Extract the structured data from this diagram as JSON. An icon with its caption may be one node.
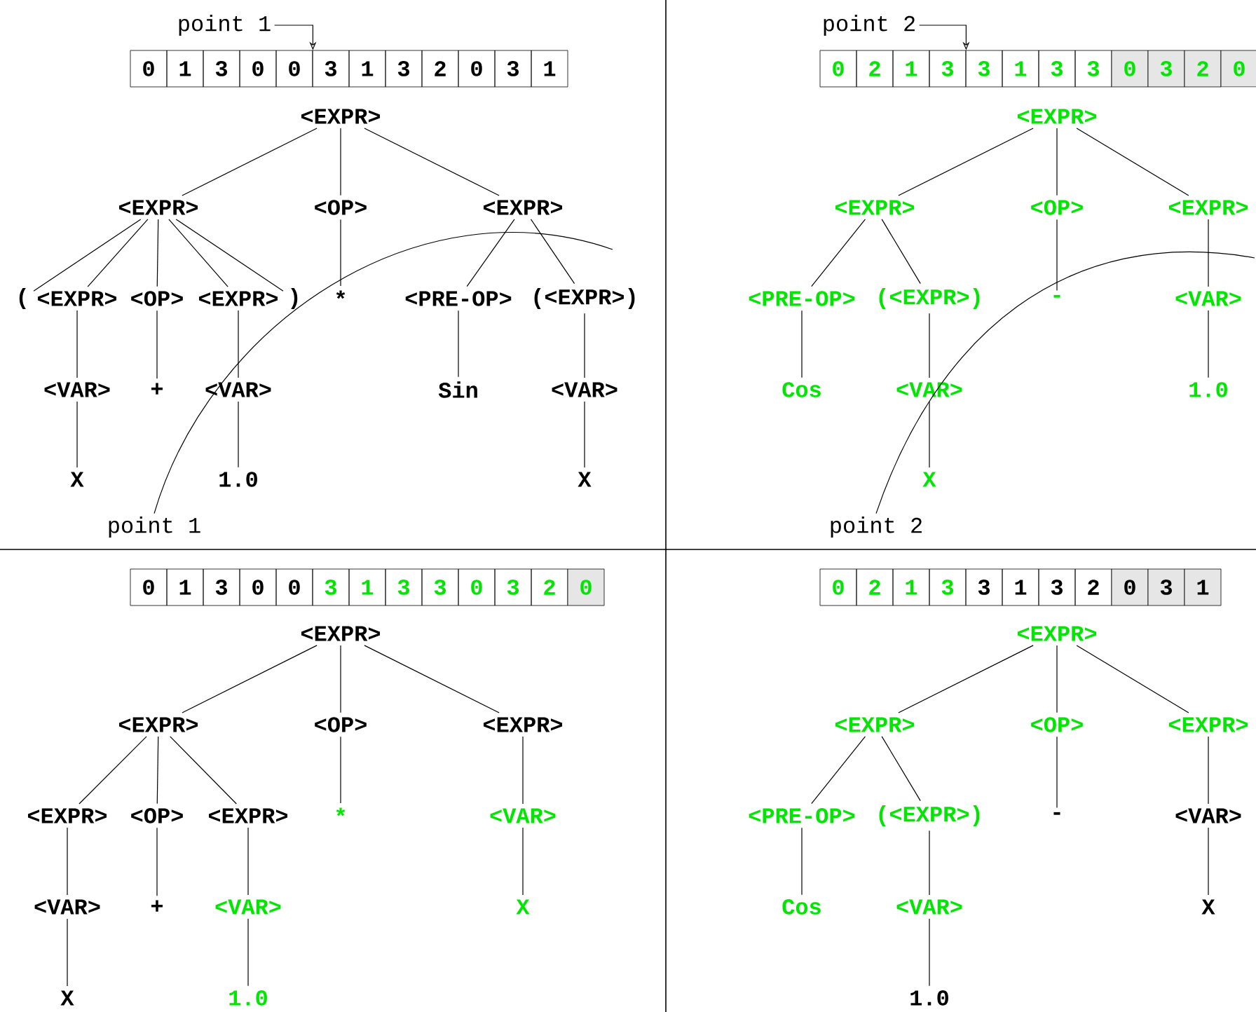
{
  "diagram": {
    "nodes": [
      {
        "text": [
          "point 1"
        ]
      },
      {
        "text": [
          "0"
        ]
      },
      {
        "text": [
          "1"
        ]
      },
      {
        "text": [
          "3"
        ]
      },
      {
        "text": [
          "0"
        ]
      },
      {
        "text": [
          "0"
        ]
      },
      {
        "text": [
          "3"
        ]
      },
      {
        "text": [
          "1"
        ]
      },
      {
        "text": [
          "3"
        ]
      },
      {
        "text": [
          "2"
        ]
      },
      {
        "text": [
          "0"
        ]
      },
      {
        "text": [
          "3"
        ]
      },
      {
        "text": [
          "1"
        ]
      },
      {
        "text": [
          "<EXPR>"
        ]
      },
      {
        "text": [
          "<EXPR>"
        ]
      },
      {
        "text": [
          "<OP>"
        ]
      },
      {
        "text": [
          "<EXPR>"
        ]
      },
      {
        "text": [
          "("
        ]
      },
      {
        "text": [
          "<EXPR>"
        ]
      },
      {
        "text": [
          "<OP>"
        ]
      },
      {
        "text": [
          "<EXPR>"
        ]
      },
      {
        "text": [
          ")"
        ]
      },
      {
        "text": [
          "*"
        ]
      },
      {
        "text": [
          "<PRE-OP>"
        ]
      },
      {
        "text": [
          "(<EXPR>)"
        ]
      },
      {
        "text": [
          "<VAR>"
        ]
      },
      {
        "text": [
          "+"
        ]
      },
      {
        "text": [
          "<VAR>"
        ]
      },
      {
        "text": [
          "Sin"
        ]
      },
      {
        "text": [
          "<VAR>"
        ]
      },
      {
        "text": [
          "X"
        ]
      },
      {
        "text": [
          "1.0"
        ]
      },
      {
        "text": [
          "X"
        ]
      },
      {
        "text": [
          "point 1"
        ]
      },
      {
        "text": [
          "point 2"
        ]
      },
      {
        "text": [
          "0"
        ]
      },
      {
        "text": [
          "2"
        ]
      },
      {
        "text": [
          "1"
        ]
      },
      {
        "text": [
          "3"
        ]
      },
      {
        "text": [
          "3"
        ]
      },
      {
        "text": [
          "1"
        ]
      },
      {
        "text": [
          "3"
        ]
      },
      {
        "text": [
          "3"
        ]
      },
      {
        "text": [
          "0"
        ]
      },
      {
        "text": [
          "3"
        ]
      },
      {
        "text": [
          "2"
        ]
      },
      {
        "text": [
          "0"
        ]
      },
      {
        "text": [
          "<EXPR>"
        ]
      },
      {
        "text": [
          "<EXPR>"
        ]
      },
      {
        "text": [
          "<OP>"
        ]
      },
      {
        "text": [
          "<EXPR>"
        ]
      },
      {
        "text": [
          "<PRE-OP>"
        ]
      },
      {
        "text": [
          "(<EXPR>)"
        ]
      },
      {
        "text": [
          "-"
        ]
      },
      {
        "text": [
          "<VAR>"
        ]
      },
      {
        "text": [
          "Cos"
        ]
      },
      {
        "text": [
          "<VAR>"
        ]
      },
      {
        "text": [
          "1.0"
        ]
      },
      {
        "text": [
          "X"
        ]
      },
      {
        "text": [
          "point 2"
        ]
      },
      {
        "text": [
          "0"
        ]
      },
      {
        "text": [
          "1"
        ]
      },
      {
        "text": [
          "3"
        ]
      },
      {
        "text": [
          "0"
        ]
      },
      {
        "text": [
          "0"
        ]
      },
      {
        "text": [
          "3"
        ]
      },
      {
        "text": [
          "1"
        ]
      },
      {
        "text": [
          "3"
        ]
      },
      {
        "text": [
          "3"
        ]
      },
      {
        "text": [
          "0"
        ]
      },
      {
        "text": [
          "3"
        ]
      },
      {
        "text": [
          "2"
        ]
      },
      {
        "text": [
          "0"
        ]
      },
      {
        "text": [
          "<EXPR>"
        ]
      },
      {
        "text": [
          "<EXPR>"
        ]
      },
      {
        "text": [
          "<OP>"
        ]
      },
      {
        "text": [
          "<EXPR>"
        ]
      },
      {
        "text": [
          "<EXPR>"
        ]
      },
      {
        "text": [
          "<OP>"
        ]
      },
      {
        "text": [
          "<EXPR>"
        ]
      },
      {
        "text": [
          "*"
        ]
      },
      {
        "text": [
          "<VAR>"
        ]
      },
      {
        "text": [
          "<VAR>"
        ]
      },
      {
        "text": [
          "+"
        ]
      },
      {
        "text": [
          "<VAR>"
        ]
      },
      {
        "text": [
          "X"
        ]
      },
      {
        "text": [
          "X"
        ]
      },
      {
        "text": [
          "1.0"
        ]
      },
      {
        "text": [
          "0"
        ]
      },
      {
        "text": [
          "2"
        ]
      },
      {
        "text": [
          "1"
        ]
      },
      {
        "text": [
          "3"
        ]
      },
      {
        "text": [
          "3"
        ]
      },
      {
        "text": [
          "1"
        ]
      },
      {
        "text": [
          "3"
        ]
      },
      {
        "text": [
          "2"
        ]
      },
      {
        "text": [
          "0"
        ]
      },
      {
        "text": [
          "3"
        ]
      },
      {
        "text": [
          "1"
        ]
      },
      {
        "text": [
          "<EXPR>"
        ]
      },
      {
        "text": [
          "<EXPR>"
        ]
      },
      {
        "text": [
          "<OP>"
        ]
      },
      {
        "text": [
          "<EXPR>"
        ]
      },
      {
        "text": [
          "<PRE-OP>"
        ]
      },
      {
        "text": [
          "(<EXPR>)"
        ]
      },
      {
        "text": [
          "-"
        ]
      },
      {
        "text": [
          "<VAR>"
        ]
      },
      {
        "text": [
          "Cos"
        ]
      },
      {
        "text": [
          "<VAR>"
        ]
      },
      {
        "text": [
          "X"
        ]
      },
      {
        "text": [
          "1.0"
        ]
      }
    ],
    "edges": [
      {
        "from": 13,
        "to": 14,
        "arrow": "none"
      },
      {
        "from": 13,
        "to": 15,
        "arrow": "none"
      },
      {
        "from": 13,
        "to": 16,
        "arrow": "none"
      },
      {
        "from": 14,
        "to": 17,
        "arrow": "none"
      },
      {
        "from": 14,
        "to": 18,
        "arrow": "none"
      },
      {
        "from": 14,
        "to": 19,
        "arrow": "none"
      },
      {
        "from": 14,
        "to": 20,
        "arrow": "none"
      },
      {
        "from": 14,
        "to": 21,
        "arrow": "none"
      },
      {
        "from": 15,
        "to": 22,
        "arrow": "none"
      },
      {
        "from": 16,
        "to": 23,
        "arrow": "none"
      },
      {
        "from": 16,
        "to": 24,
        "arrow": "none"
      },
      {
        "from": 18,
        "to": 25,
        "arrow": "none"
      },
      {
        "from": 19,
        "to": 26,
        "arrow": "none"
      },
      {
        "from": 20,
        "to": 27,
        "arrow": "none"
      },
      {
        "from": 23,
        "to": 28,
        "arrow": "none"
      },
      {
        "from": 24,
        "to": 29,
        "arrow": "none"
      },
      {
        "from": 25,
        "to": 30,
        "arrow": "none"
      },
      {
        "from": 27,
        "to": 31,
        "arrow": "none"
      },
      {
        "from": 29,
        "to": 32,
        "arrow": "none"
      },
      {
        "from": 0,
        "to": 5,
        "arrow": "to"
      },
      {
        "from": 33,
        "to": null,
        "arrow": "none"
      },
      {
        "from": 47,
        "to": 48,
        "arrow": "none"
      },
      {
        "from": 47,
        "to": 49,
        "arrow": "none"
      },
      {
        "from": 47,
        "to": 50,
        "arrow": "none"
      },
      {
        "from": 48,
        "to": 51,
        "arrow": "none"
      },
      {
        "from": 48,
        "to": 52,
        "arrow": "none"
      },
      {
        "from": 49,
        "to": 53,
        "arrow": "none"
      },
      {
        "from": 50,
        "to": 54,
        "arrow": "none"
      },
      {
        "from": 51,
        "to": 55,
        "arrow": "none"
      },
      {
        "from": 52,
        "to": 56,
        "arrow": "none"
      },
      {
        "from": 54,
        "to": 57,
        "arrow": "none"
      },
      {
        "from": 56,
        "to": 58,
        "arrow": "none"
      },
      {
        "from": 34,
        "to": 38,
        "arrow": "to"
      },
      {
        "from": 59,
        "to": null,
        "arrow": "none"
      },
      {
        "from": 73,
        "to": 74,
        "arrow": "none"
      },
      {
        "from": 73,
        "to": 75,
        "arrow": "none"
      },
      {
        "from": 73,
        "to": 76,
        "arrow": "none"
      },
      {
        "from": 74,
        "to": 77,
        "arrow": "none"
      },
      {
        "from": 74,
        "to": 78,
        "arrow": "none"
      },
      {
        "from": 74,
        "to": 79,
        "arrow": "none"
      },
      {
        "from": 75,
        "to": 80,
        "arrow": "none"
      },
      {
        "from": 76,
        "to": 81,
        "arrow": "none"
      },
      {
        "from": 77,
        "to": 82,
        "arrow": "none"
      },
      {
        "from": 78,
        "to": 83,
        "arrow": "none"
      },
      {
        "from": 79,
        "to": 84,
        "arrow": "none"
      },
      {
        "from": 81,
        "to": 85,
        "arrow": "none"
      },
      {
        "from": 82,
        "to": 86,
        "arrow": "none"
      },
      {
        "from": 84,
        "to": 87,
        "arrow": "none"
      },
      {
        "from": 99,
        "to": 100,
        "arrow": "none"
      },
      {
        "from": 99,
        "to": 101,
        "arrow": "none"
      },
      {
        "from": 99,
        "to": 102,
        "arrow": "none"
      },
      {
        "from": 100,
        "to": 103,
        "arrow": "none"
      },
      {
        "from": 100,
        "to": 104,
        "arrow": "none"
      },
      {
        "from": 101,
        "to": 105,
        "arrow": "none"
      },
      {
        "from": 102,
        "to": 106,
        "arrow": "none"
      },
      {
        "from": 103,
        "to": 107,
        "arrow": "none"
      },
      {
        "from": 104,
        "to": 108,
        "arrow": "none"
      },
      {
        "from": 106,
        "to": 109,
        "arrow": "none"
      },
      {
        "from": 108,
        "to": 110,
        "arrow": "none"
      }
    ]
  }
}
